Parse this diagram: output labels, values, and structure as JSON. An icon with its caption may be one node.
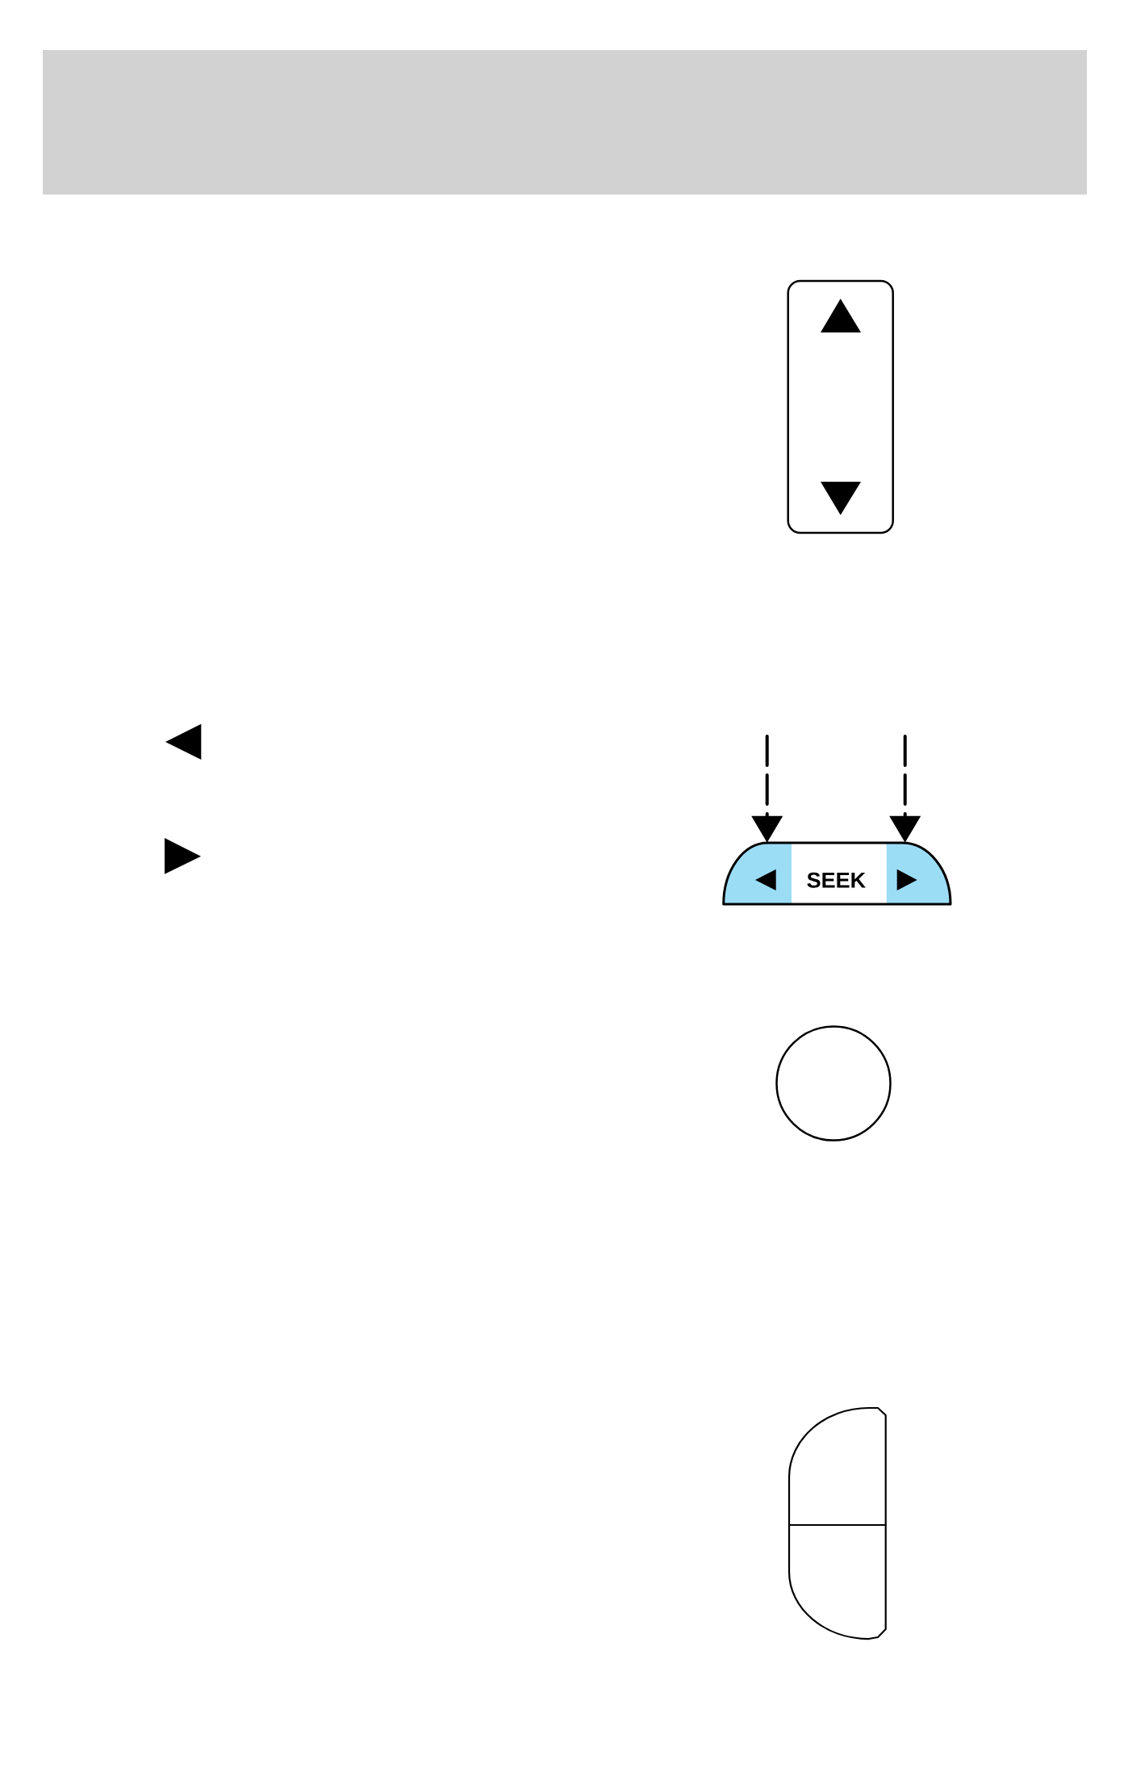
{
  "diagram": {
    "nodes": [
      {
        "text": [],
        "shape": "box"
      },
      {
        "text": [
          "SEEK"
        ]
      },
      {
        "text": [],
        "shape": "circle"
      },
      {
        "text": [],
        "shape": "box"
      }
    ],
    "edges": [
      {
        "from": null,
        "to": 1,
        "arrow": "to",
        "style": "dashed"
      },
      {
        "from": null,
        "to": 1,
        "arrow": "to",
        "style": "dashed"
      }
    ]
  }
}
